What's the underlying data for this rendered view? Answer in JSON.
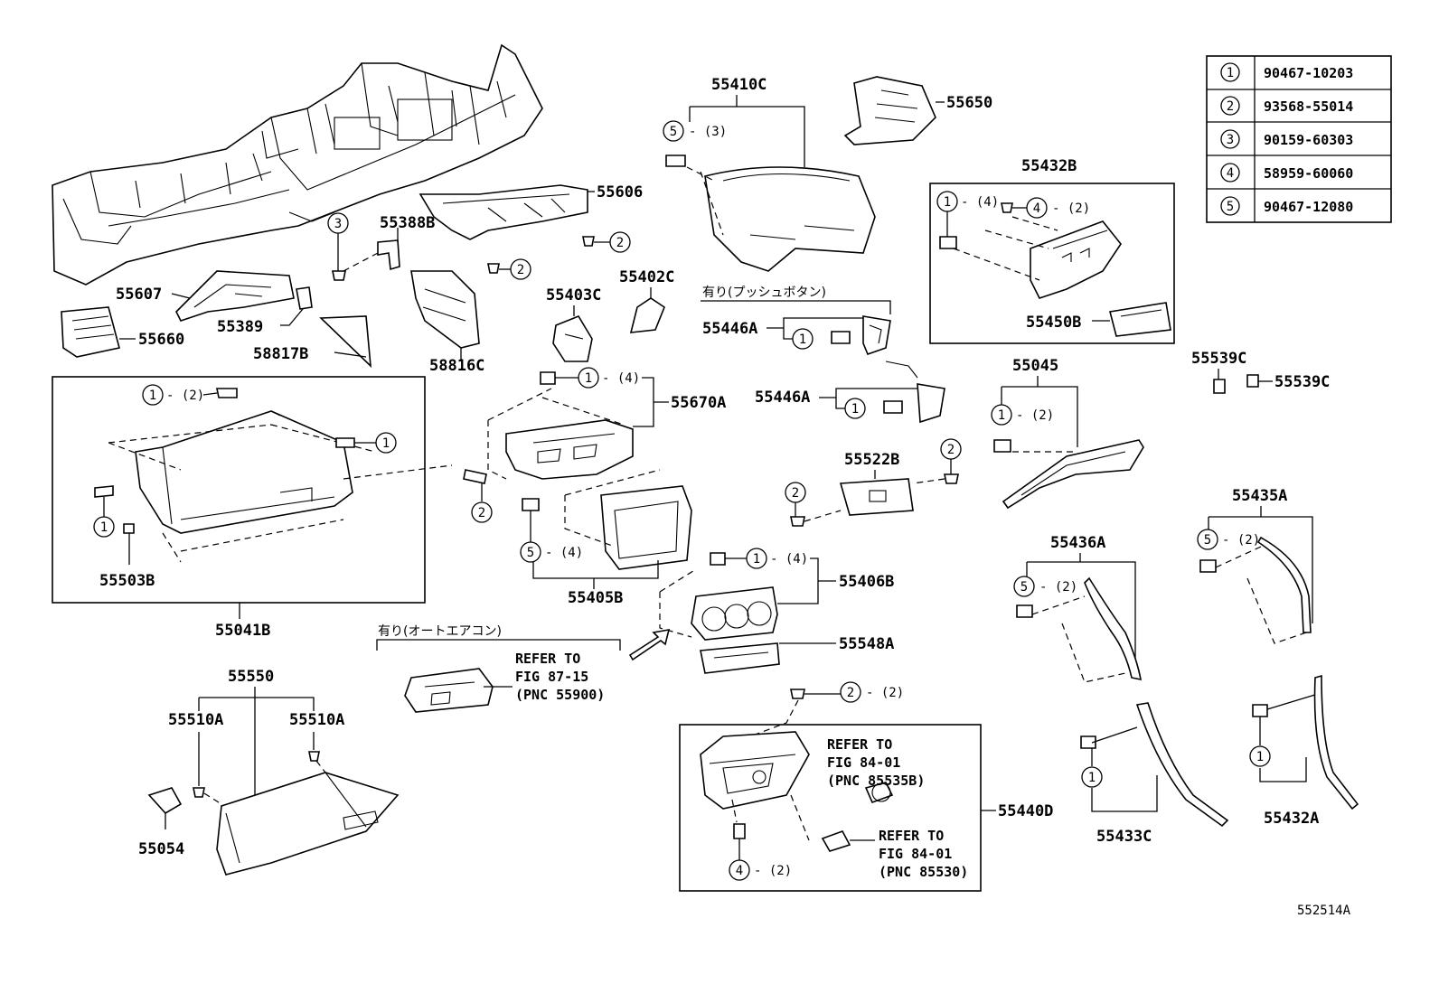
{
  "diagram_id": "552514A",
  "fastener_table": [
    {
      "key": "1",
      "part_number": "90467-10203"
    },
    {
      "key": "2",
      "part_number": "93568-55014"
    },
    {
      "key": "3",
      "part_number": "90159-60303"
    },
    {
      "key": "4",
      "part_number": "58959-60060"
    },
    {
      "key": "5",
      "part_number": "90467-12080"
    }
  ],
  "part_labels": {
    "p55410C": "55410C",
    "p55650": "55650",
    "p55606": "55606",
    "p55388B": "55388B",
    "p55607": "55607",
    "p55389": "55389",
    "p55660": "55660",
    "p58817B": "58817B",
    "p58816C": "58816C",
    "p55403C": "55403C",
    "p55402C": "55402C",
    "p55446A_1": "55446A",
    "p55446A_2": "55446A",
    "p55432B": "55432B",
    "p55450B": "55450B",
    "p55539C_1": "55539C",
    "p55539C_2": "55539C",
    "p55045": "55045",
    "p55670A": "55670A",
    "p55522B": "55522B",
    "p55503B": "55503B",
    "p55041B": "55041B",
    "p55405B": "55405B",
    "p55406B": "55406B",
    "p55548A": "55548A",
    "p55436A": "55436A",
    "p55435A": "55435A",
    "p55550": "55550",
    "p55510A_1": "55510A",
    "p55510A_2": "55510A",
    "p55054": "55054",
    "p55440D": "55440D",
    "p55433C": "55433C",
    "p55432A": "55432A"
  },
  "qty": {
    "q3": "- (3)",
    "q4": "- (4)",
    "q2": "- (2)"
  },
  "notes": {
    "push_button": "有り(プッシュボタン)",
    "auto_aircon": "有り(オートエアコン)"
  },
  "refs": {
    "r1": [
      "REFER TO",
      "FIG 87-15",
      "(PNC 55900)"
    ],
    "r2": [
      "REFER TO",
      "FIG 84-01",
      "(PNC 85535B)"
    ],
    "r3": [
      "REFER TO",
      "FIG 84-01",
      "(PNC 85530)"
    ]
  }
}
